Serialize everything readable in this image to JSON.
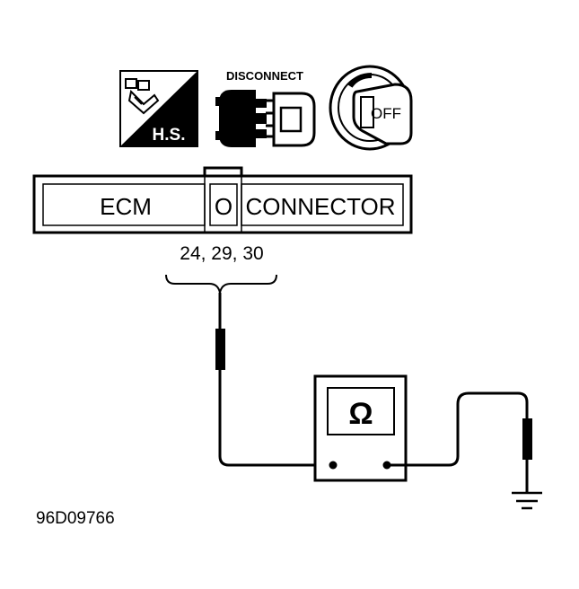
{
  "icons": {
    "hs_label": "H.S.",
    "disconnect_label": "DISCONNECT",
    "ignition_label": "OFF"
  },
  "connector": {
    "left_label": "ECM",
    "middle_label": "O",
    "right_label": "CONNECTOR",
    "pins": "24, 29, 30"
  },
  "meter": {
    "symbol": "Ω"
  },
  "figure_id": "96D09766",
  "colors": {
    "ink": "#000000",
    "paper": "#ffffff"
  }
}
